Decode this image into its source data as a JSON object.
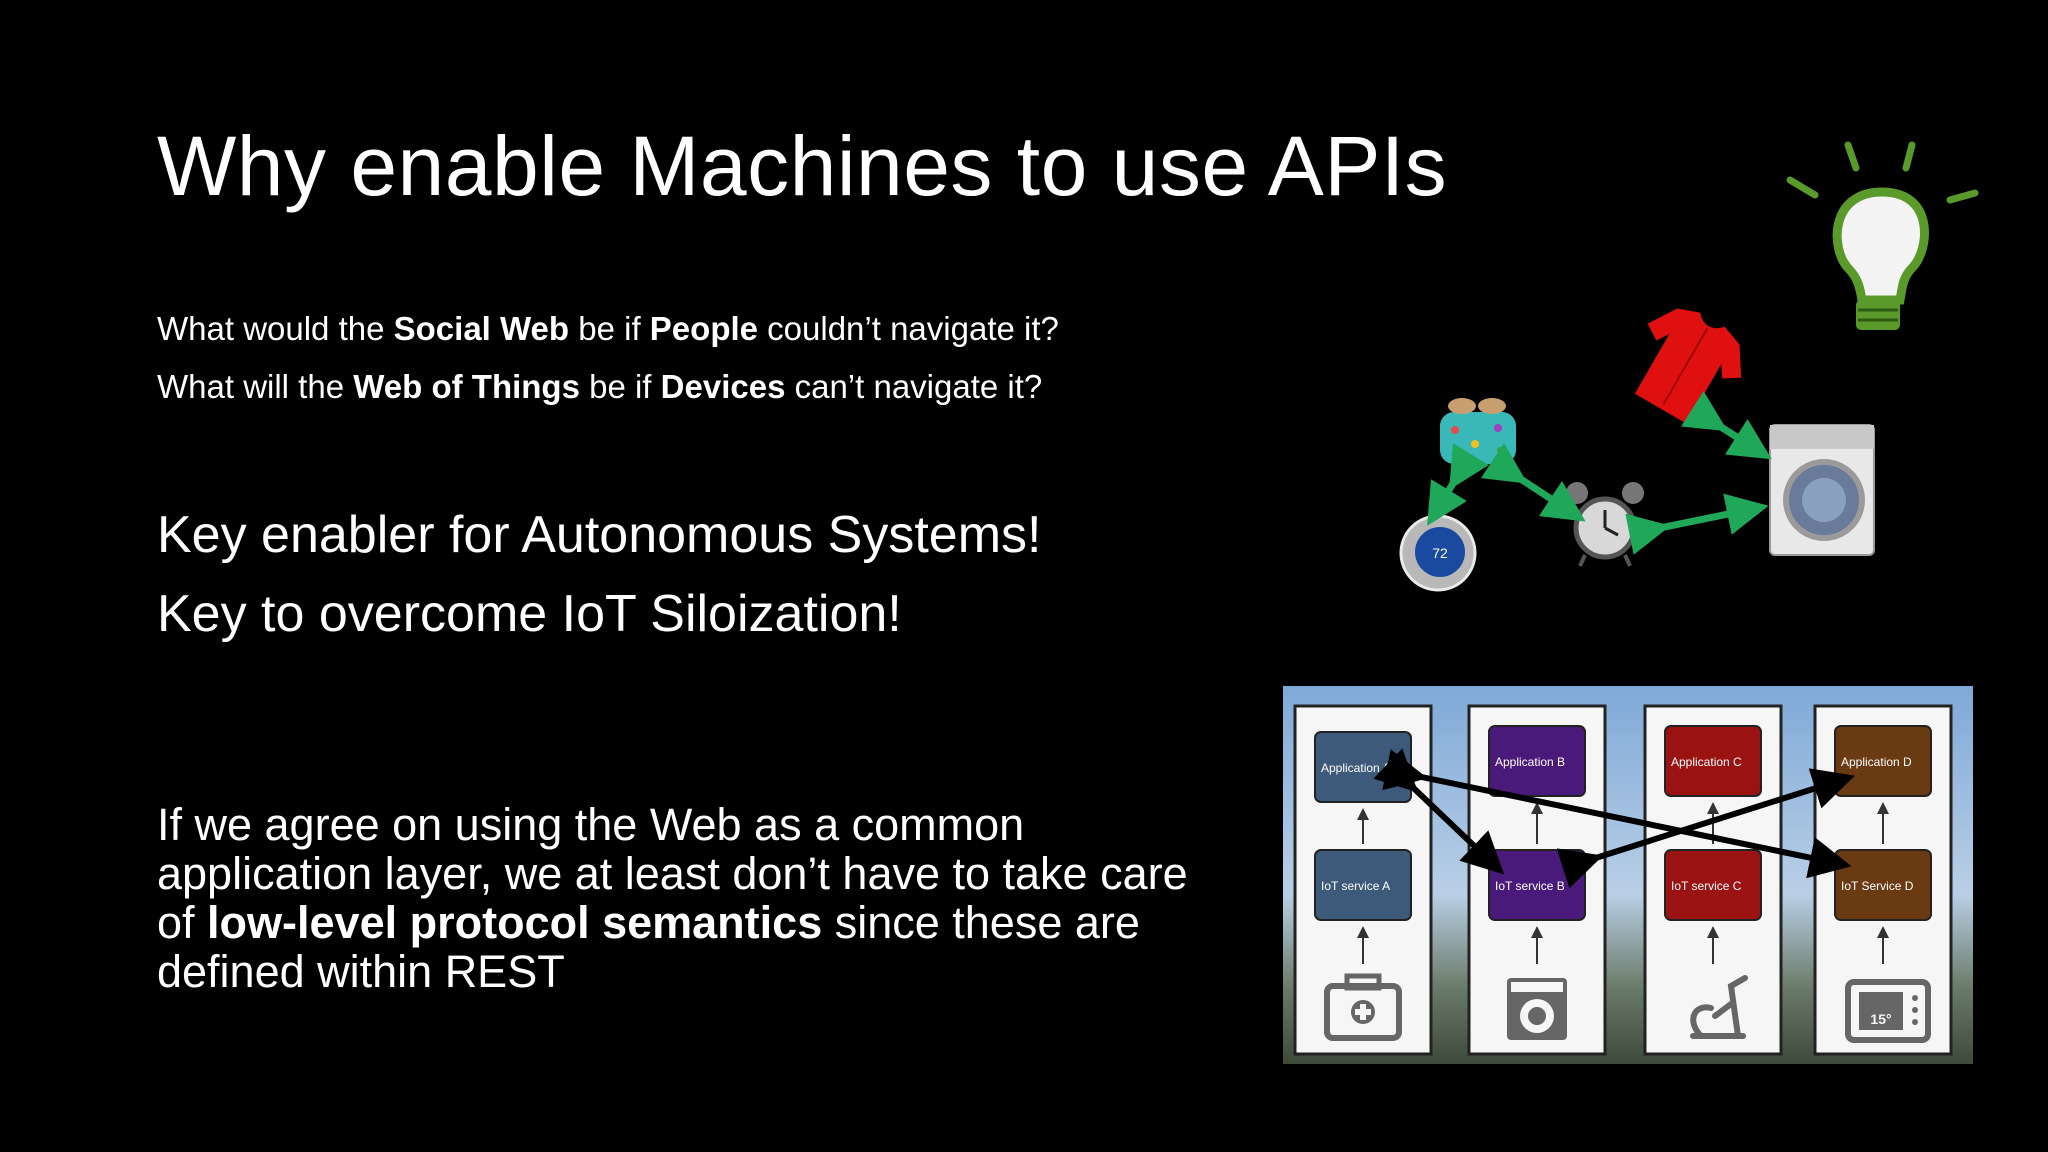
{
  "slide": {
    "title": "Why enable Machines to use APIs",
    "question1": {
      "p1": "What would the ",
      "b1": "Social Web",
      "p2": " be if ",
      "b2": "People",
      "p3": " couldn’t navigate it?"
    },
    "question2": {
      "p1": "What will the ",
      "b1": "Web of Things",
      "p2": " be if ",
      "b2": "Devices",
      "p3": " can’t navigate it?"
    },
    "key1": "Key enabler for Autonomous  Systems!",
    "key2": "Key to overcome IoT Siloization!",
    "paragraph": {
      "p1": "If we agree on using the Web as a common application layer, we at least don’t have to take care of ",
      "bold": "low-level protocol semantics",
      "p2": " since these are defined within REST"
    }
  },
  "diagram": {
    "thermostat_reading": "72",
    "columns": [
      {
        "application": "Application A",
        "service": "IoT service A",
        "color": "#3d5a7a",
        "device_icon": "medical-kit-icon"
      },
      {
        "application": "Application B",
        "service": "IoT service B",
        "color": "#4a1a7a",
        "device_icon": "washing-machine-icon"
      },
      {
        "application": "Application C",
        "service": "IoT service C",
        "color": "#9a1212",
        "device_icon": "exercise-machine-icon"
      },
      {
        "application": "Application D",
        "service": "IoT Service D",
        "color": "#6a3a12",
        "device_icon": "thermostat-display-icon"
      }
    ],
    "thermostat_display_reading": "15°"
  },
  "colors": {
    "background": "#000000",
    "text": "#ffffff",
    "arrow_green": "#1fa85a",
    "bulb_green": "#5a9a2a",
    "shirt_red": "#e01010"
  }
}
